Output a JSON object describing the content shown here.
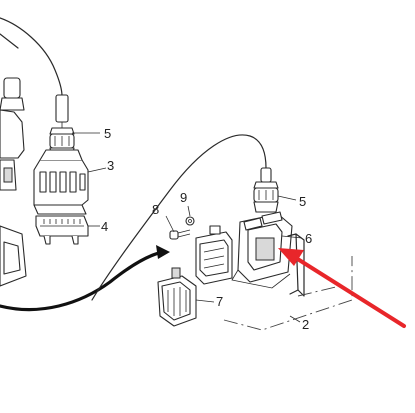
{
  "callouts": {
    "c2": "2",
    "c3": "3",
    "c4": "4",
    "c5_left": "5",
    "c5_right": "5",
    "c6": "6",
    "c7": "7",
    "c8": "8",
    "c9": "9"
  },
  "colors": {
    "pointer_arrow": "#e8262a",
    "line_art": "#2a2a2a"
  }
}
